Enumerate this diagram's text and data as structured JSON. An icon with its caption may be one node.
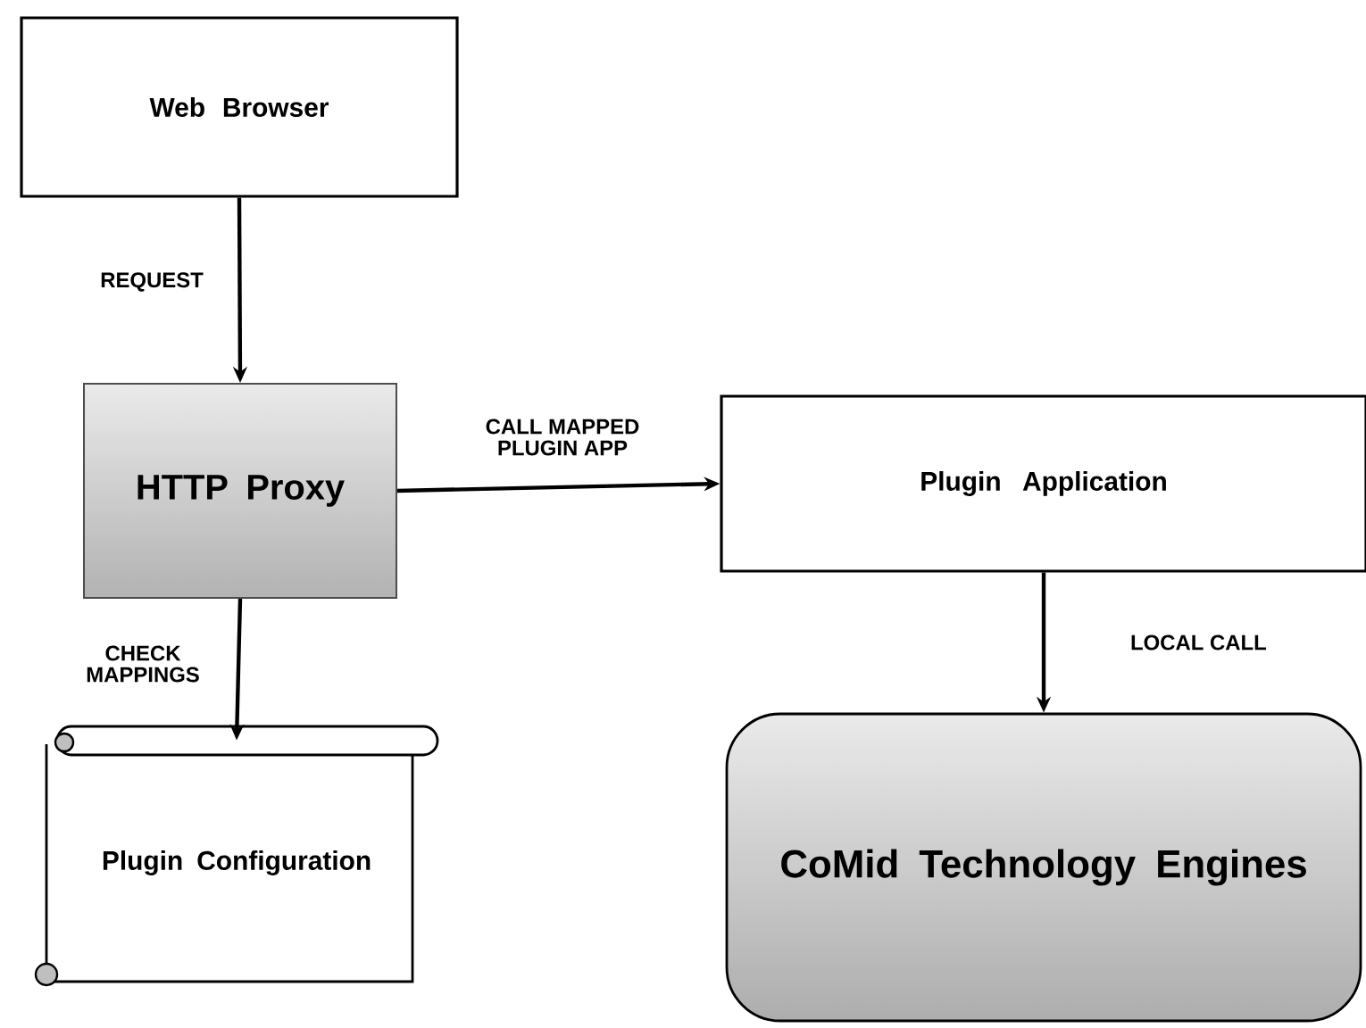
{
  "diagram": {
    "nodes": [
      {
        "text": [
          "Web Browser"
        ]
      },
      {
        "text": [
          "HTTP Proxy"
        ]
      },
      {
        "text": [
          "Plugin Application"
        ]
      },
      {
        "text": [
          "CoMid Technology Engines"
        ]
      },
      {
        "text": [
          "Plugin Configuration"
        ]
      }
    ],
    "edges": [
      {
        "from": 0,
        "to": 1,
        "arrow": "to",
        "label": "REQUEST"
      },
      {
        "from": 1,
        "to": 2,
        "arrow": "to",
        "label": "CALL MAPPED PLUGIN APP"
      },
      {
        "from": 2,
        "to": 3,
        "arrow": "to",
        "label": "LOCAL CALL"
      },
      {
        "from": 1,
        "to": 4,
        "arrow": "to",
        "label": "CHECK MAPPINGS"
      }
    ]
  }
}
